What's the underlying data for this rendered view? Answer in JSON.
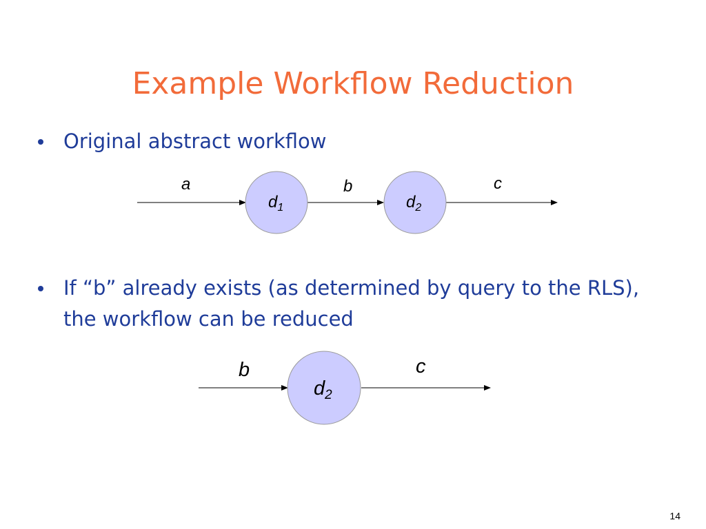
{
  "slide": {
    "title": "Example Workflow Reduction",
    "page_number": "14"
  },
  "bullets": [
    {
      "text": "Original abstract workflow"
    },
    {
      "text": "If “b” already exists (as determined by query to the RLS), the workflow can be reduced"
    }
  ],
  "diagram_original": {
    "nodes": [
      {
        "base": "d",
        "sub": "1"
      },
      {
        "base": "d",
        "sub": "2"
      }
    ],
    "edges": [
      "a",
      "b",
      "c"
    ]
  },
  "diagram_reduced": {
    "nodes": [
      {
        "base": "d",
        "sub": "2"
      }
    ],
    "edges": [
      "b",
      "c"
    ]
  },
  "colors": {
    "title": "#F26B3A",
    "bullet_text": "#1F3C99",
    "node_fill": "#CCCCFF",
    "node_stroke": "#999999",
    "edge": "#000000"
  }
}
